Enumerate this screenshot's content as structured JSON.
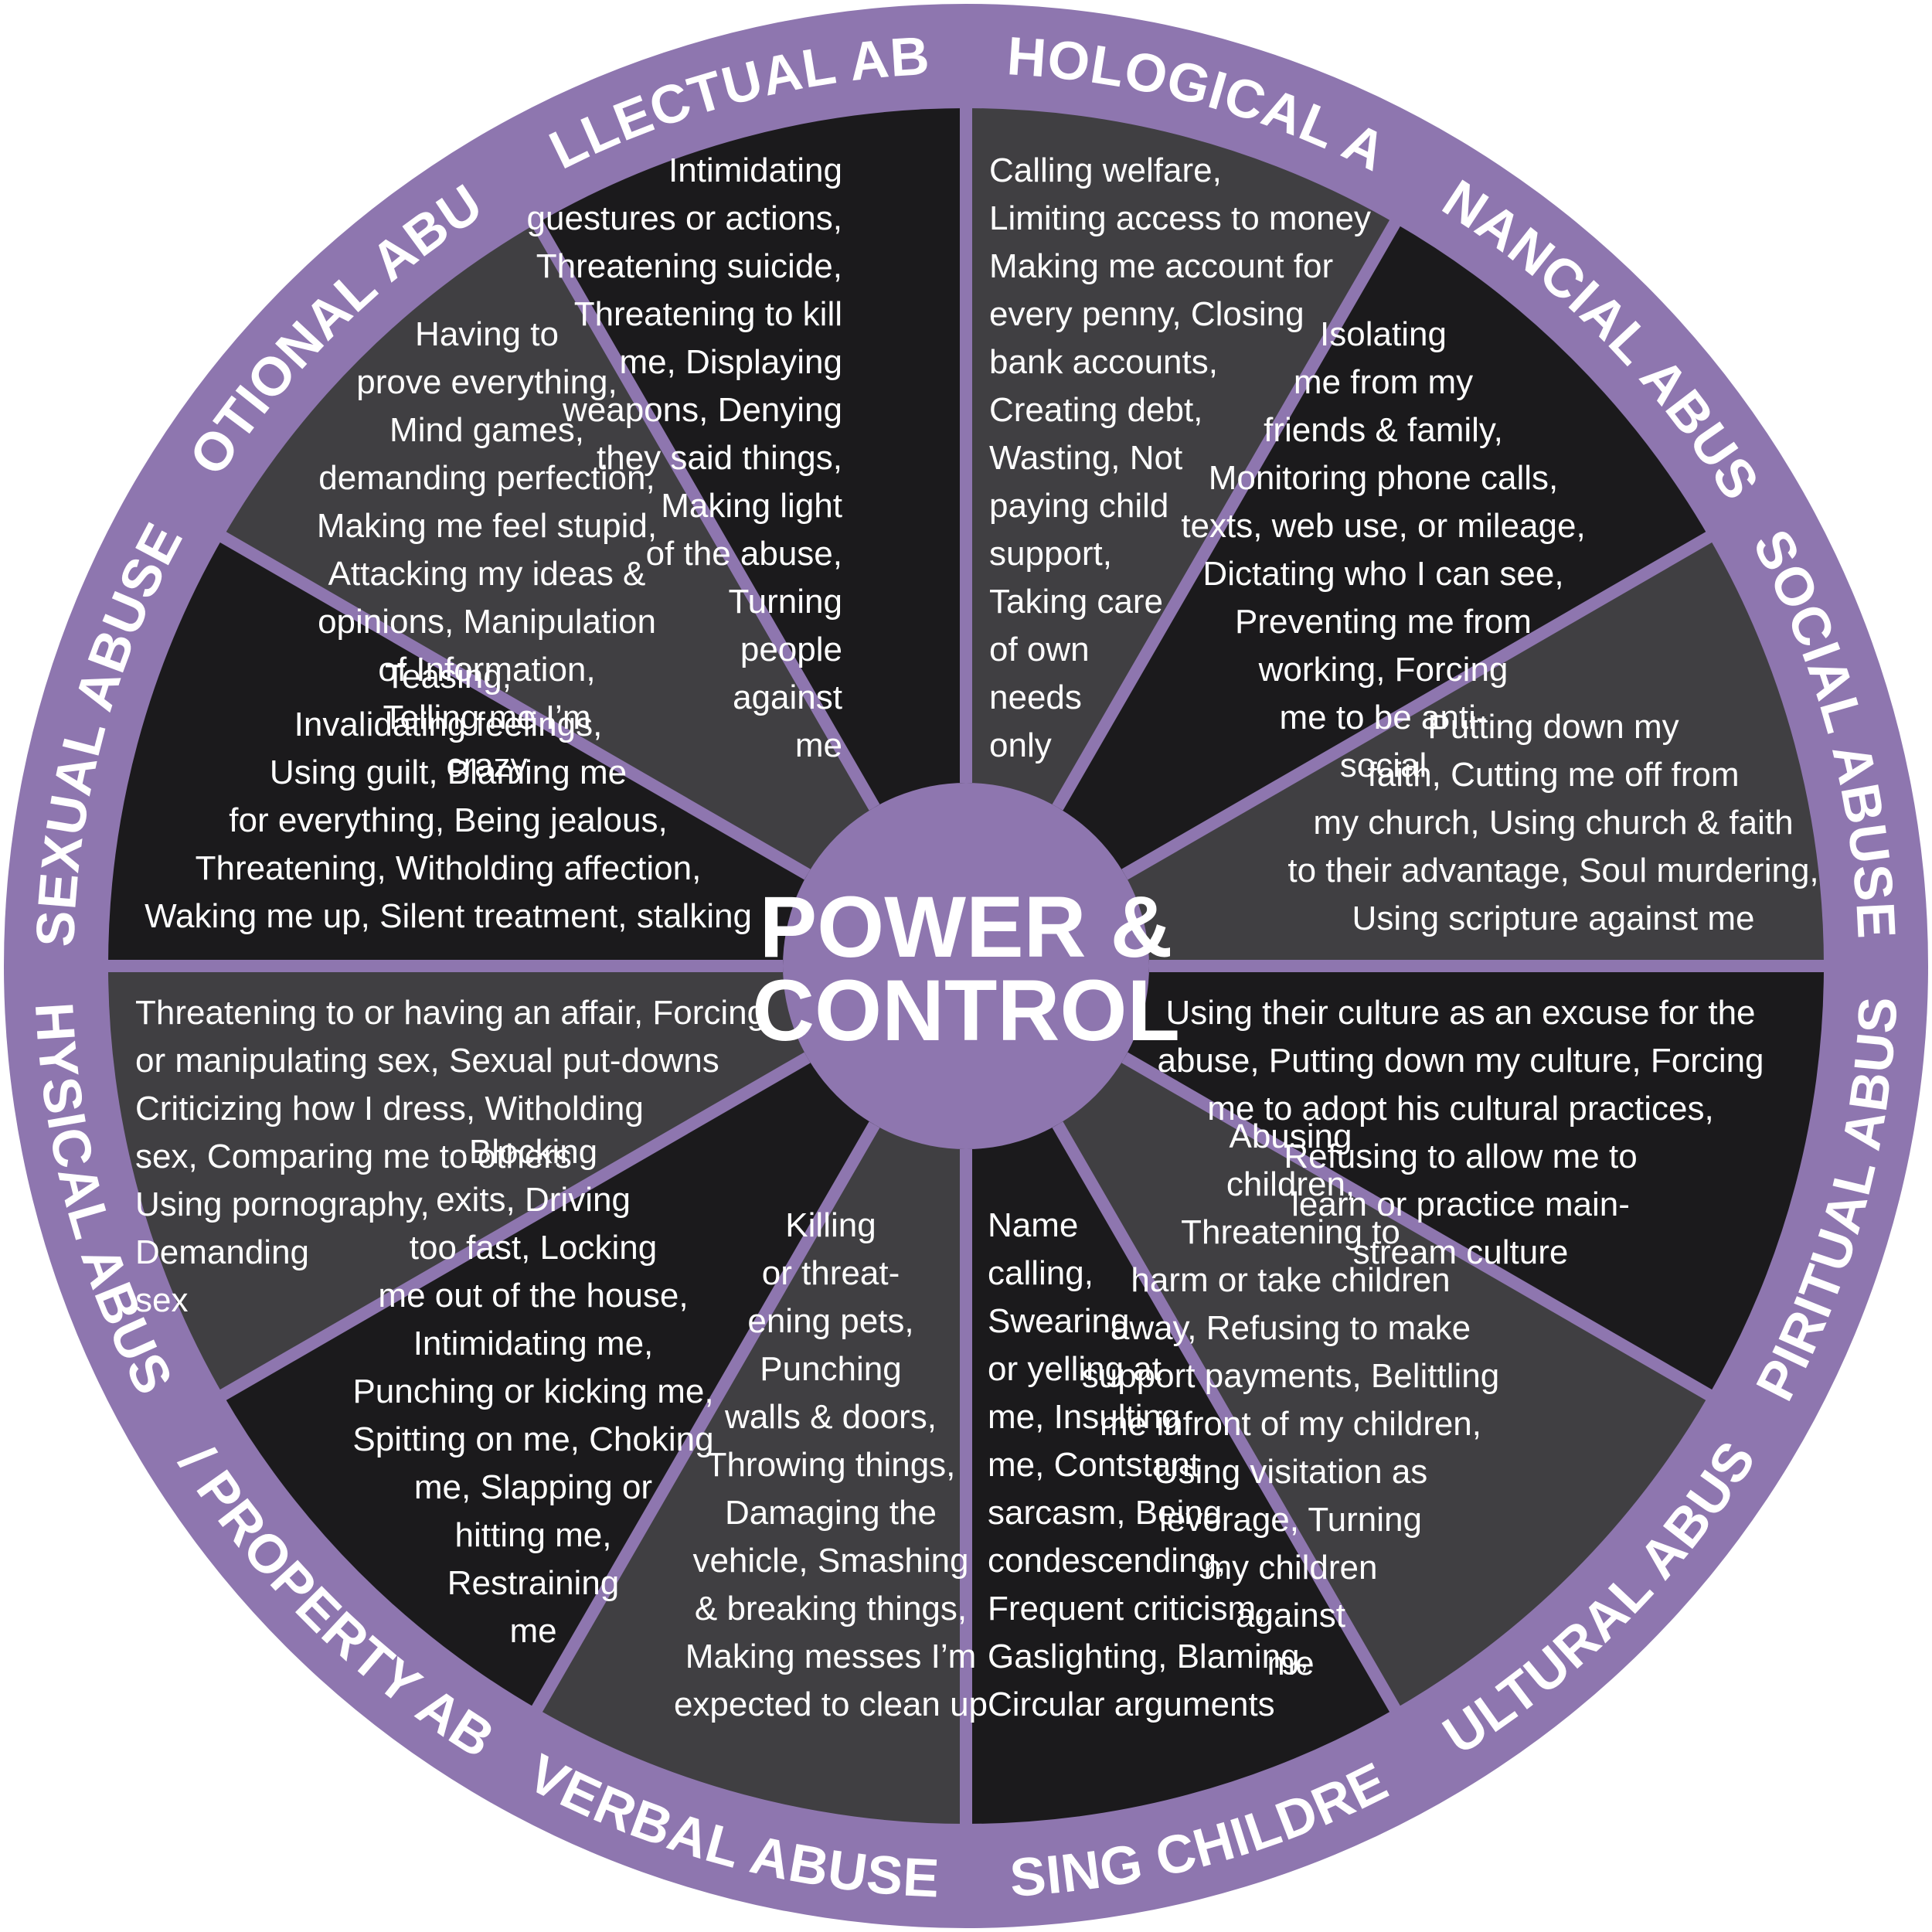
{
  "center": {
    "line1": "POWER &",
    "line2": "CONTROL"
  },
  "colors": {
    "ring": "#8E76AF",
    "divider": "#8E76AF",
    "segment_dark": "#1B1A1C",
    "segment_grey": "#403F42",
    "hub": "#8E76AF",
    "text": "#FFFFFF"
  },
  "segments": [
    {
      "category": "PSYCHOLOGICAL ABUSE",
      "tone": "grey",
      "lines": [
        "Intimidating",
        "guestures or actions,",
        "Threatening suicide,",
        "Threatening to kill",
        "me, Displaying",
        "weapons, Denying",
        "they said things,",
        "Making light",
        "of the abuse,",
        "Turning",
        "people",
        "against",
        "me"
      ]
    },
    {
      "category": "FINANCIAL ABUSE",
      "tone": "dark",
      "lines": [
        "Calling welfare,",
        "Limiting access to money",
        "Making me account for",
        "every penny,  Closing",
        "bank accounts,",
        "Creating debt,",
        "Wasting, Not",
        "paying child",
        "support,",
        "Taking care",
        "of own",
        "needs",
        "only"
      ]
    },
    {
      "category": "SOCIAL ABUSE",
      "tone": "grey",
      "lines": [
        "Isolating",
        "me from my",
        "friends & family,",
        "Monitoring phone calls,",
        "texts, web use, or mileage,",
        "Dictating who I can see,",
        "Preventing me from",
        "working, Forcing",
        "me to be anti-",
        "social"
      ]
    },
    {
      "category": "SPIRITUAL ABUSE",
      "tone": "dark",
      "lines": [
        "Putting down my",
        "faith, Cutting me off from",
        "my church, Using church & faith",
        "to their advantage, Soul murdering,",
        "Using scripture against me"
      ]
    },
    {
      "category": "CULTURAL ABUSE",
      "tone": "grey",
      "lines": [
        "Using their culture as an excuse for the",
        "abuse, Putting down my culture, Forcing",
        "me to adopt his cultural practices,",
        "Refusing to allow me to",
        "learn or practice main-",
        "stream culture"
      ]
    },
    {
      "category": "USING CHILDREN",
      "tone": "dark",
      "lines": [
        "Abusing",
        "children,",
        "Threatening to",
        "harm or take children",
        "away, Refusing to make",
        "support payments, Belittling",
        "me infront of my children,",
        "Using visitation as",
        "leverage, Turning",
        "my children",
        "against",
        "me"
      ]
    },
    {
      "category": "VERBAL ABUSE",
      "tone": "grey",
      "lines": [
        "Name",
        "calling,",
        "Swearing",
        "or yelling at",
        "me, Insulting",
        "me, Contstant",
        "sarcasm, Being",
        "condescending,",
        "Frequent criticism,",
        "Gaslighting, Blaming,",
        "Circular arguments"
      ]
    },
    {
      "category": "PET / PROPERTY ABUSE",
      "tone": "dark",
      "lines": [
        "Killing",
        "or threat-",
        "ening pets,",
        "Punching",
        "walls & doors,",
        "Throwing things,",
        "Damaging the",
        "vehicle, Smashing",
        "& breaking things,",
        "Making messes I’m",
        "expected to clean up"
      ]
    },
    {
      "category": "PHYSICAL ABUSE",
      "tone": "grey",
      "lines": [
        "Blocking",
        "exits, Driving",
        "too fast, Locking",
        "me out of the house,",
        "Intimidating me,",
        "Punching or kicking me,",
        "Spitting on me, Choking",
        "me, Slapping or",
        "hitting me,",
        "Restraining",
        "me"
      ]
    },
    {
      "category": "SEXUAL ABUSE",
      "tone": "dark",
      "lines": [
        "Threatening to or having an affair, Forcing",
        "or manipulating sex, Sexual put-downs",
        "Criticizing how I dress, Witholding",
        "sex, Comparing me to others",
        "Using pornography,",
        "Demanding",
        "sex"
      ]
    },
    {
      "category": "EMOTIONAL ABUSE",
      "tone": "grey",
      "lines": [
        "Teasing,",
        "Invalidating feelings,",
        "Using guilt, Blaming me",
        "for everything, Being jealous,",
        "Threatening, Witholding affection,",
        "Waking me up, Silent treatment, stalking"
      ]
    },
    {
      "category": "INTELLECTUAL ABUSE",
      "tone": "dark",
      "lines": [
        "Having to",
        "prove everything,",
        "Mind games,",
        "demanding perfection,",
        "Making me feel stupid,",
        "Attacking my ideas &",
        "opinions, Manipulation",
        "of Information,",
        "Telling me I’m",
        "crazy"
      ]
    }
  ]
}
